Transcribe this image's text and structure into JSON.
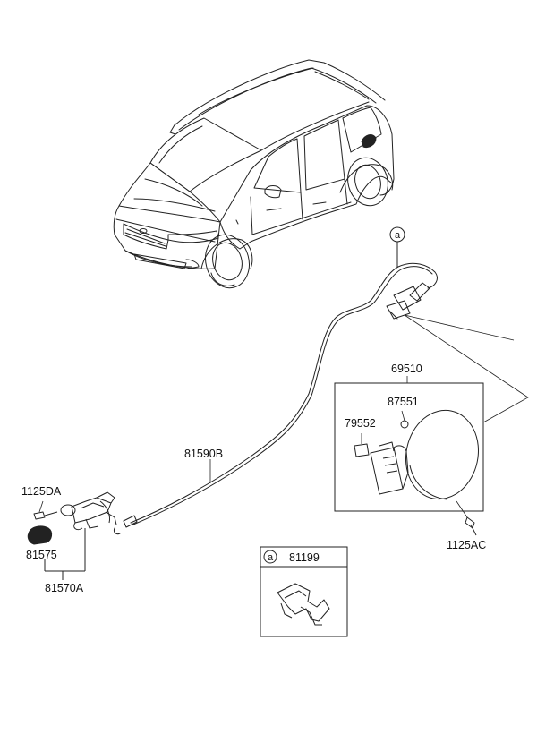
{
  "parts": {
    "fuel_door_assy": "69510",
    "fuel_door_spring": "87551",
    "fuel_door_bumper": "79552",
    "fuel_door_screw": "1125AC",
    "opener_cable": "81590B",
    "opener_lever_assy": "81570A",
    "opener_cover": "81575",
    "opener_bolt": "1125DA",
    "cable_holder": "81199"
  },
  "callouts": {
    "cable_end_marker": "a",
    "inset_marker": "a"
  }
}
